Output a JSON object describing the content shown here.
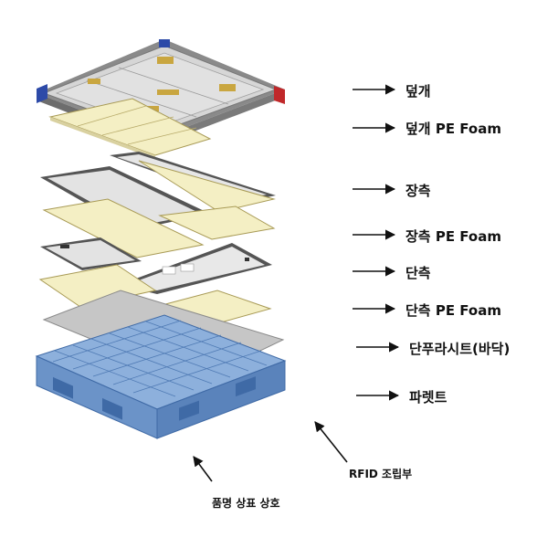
{
  "labels": [
    {
      "id": "lid",
      "text": "덮개"
    },
    {
      "id": "lid-foam",
      "text": "덮개 PE Foam"
    },
    {
      "id": "long-side",
      "text": "장측"
    },
    {
      "id": "long-side-foam",
      "text": "장측 PE Foam"
    },
    {
      "id": "short-side",
      "text": "단측"
    },
    {
      "id": "short-side-foam",
      "text": "단측 PE Foam"
    },
    {
      "id": "bottom-sheet",
      "text": "단푸라시트(바닥)"
    },
    {
      "id": "pallet",
      "text": "파렛트"
    }
  ],
  "callouts": {
    "product_logo": "품명 상표 상호",
    "rfid": "RFID 조립부"
  },
  "colors": {
    "foam": "#f4efc4",
    "panel": "#dcdcdc",
    "frame": "#555555",
    "pallet": "#6b93c8",
    "pallet_dark": "#3f6aa6",
    "corner_red": "#c0282a",
    "corner_blue": "#2d4aa8",
    "latch": "#c9a640"
  }
}
